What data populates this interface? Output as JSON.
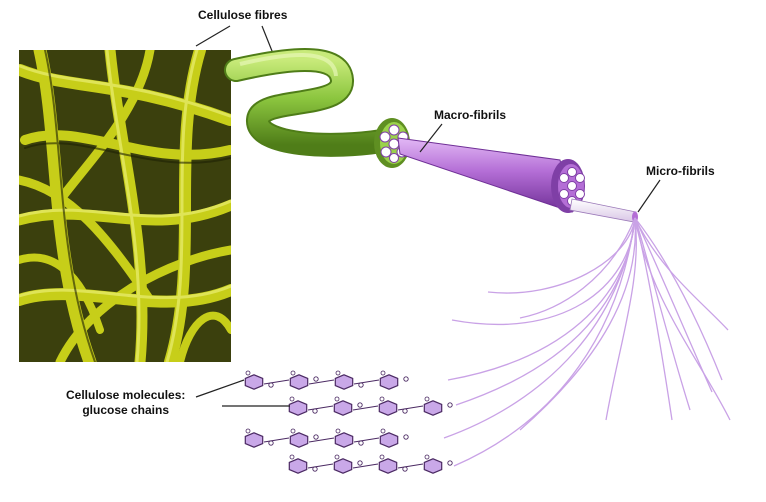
{
  "labels": {
    "cellulose_fibres": "Cellulose fibres",
    "macro_fibrils": "Macro-fibrils",
    "micro_fibrils": "Micro-fibrils",
    "molecules_line1": "Cellulose molecules:",
    "molecules_line2": "glucose chains"
  },
  "colors": {
    "micrograph_bg": "#3a3f0c",
    "micrograph_fibre": "#d9e01c",
    "fibre_green": "#8cc63f",
    "fibre_green_dark": "#5f8f22",
    "macro_purple": "#b46ed6",
    "macro_purple_dark": "#7f3fa6",
    "strand_purple": "#c9a2e6",
    "ring_fill": "#c9a8e8"
  },
  "icons": {
    "glucose_unit": "hexagon-ring-icon"
  }
}
